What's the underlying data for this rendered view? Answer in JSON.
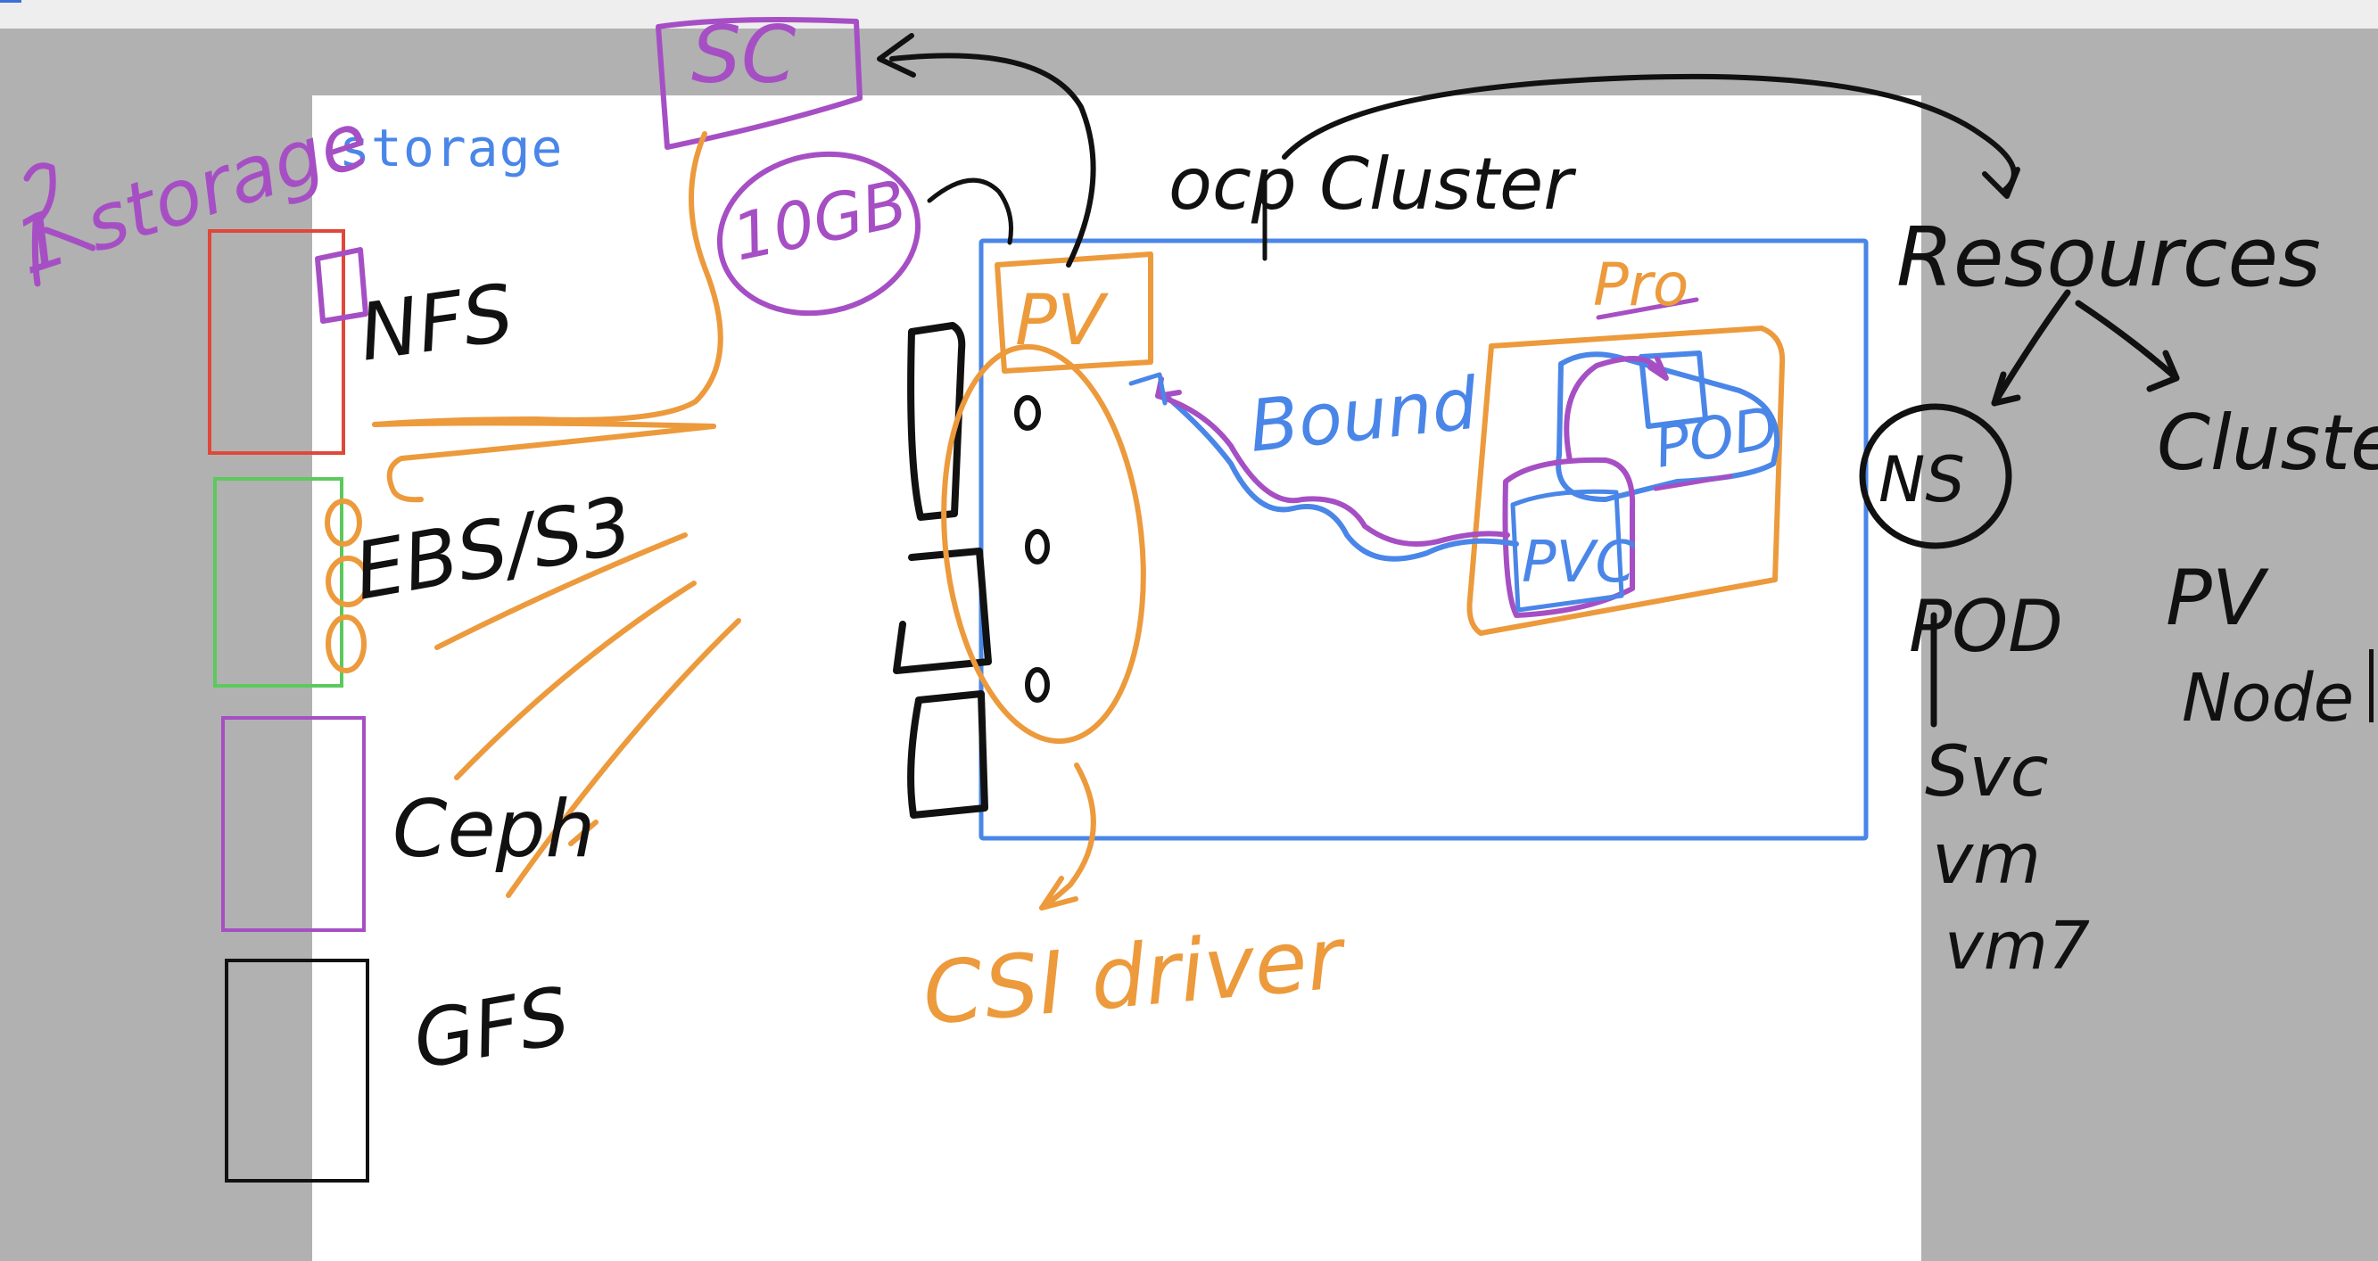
{
  "canvas": {
    "title": "storage"
  },
  "storage_types": [
    {
      "label": "NFS",
      "color": "#e0473a"
    },
    {
      "label": "EBS/S3",
      "color": "#5cc95c"
    },
    {
      "label": "Ceph",
      "color": "#a64fc4"
    },
    {
      "label": "GFS",
      "color": "#111111"
    }
  ],
  "annotations": {
    "storage_note": "1 storage",
    "sc": "SC",
    "size": "10GB",
    "cluster": "ocp Cluster",
    "pv": "PV",
    "bound": "Bound",
    "project": "Pro",
    "pod": "POD",
    "pvc": "PVC",
    "csi": "CSI driver",
    "resources": "Resources",
    "ns": "NS",
    "cluster_scope": "Cluster",
    "ns_items": [
      "POD",
      "Svc",
      "vm",
      "vm7"
    ],
    "cluster_items": [
      "PV",
      "Node"
    ],
    "csi_ports": [
      "o",
      "o",
      "o"
    ]
  },
  "colors": {
    "ink_black": "#111111",
    "ink_orange": "#ec9a3c",
    "ink_purple": "#a64fc4",
    "ink_blue": "#4a86e8",
    "canvas_bg": "#ffffff",
    "outer_bg": "#b1b1b1"
  }
}
